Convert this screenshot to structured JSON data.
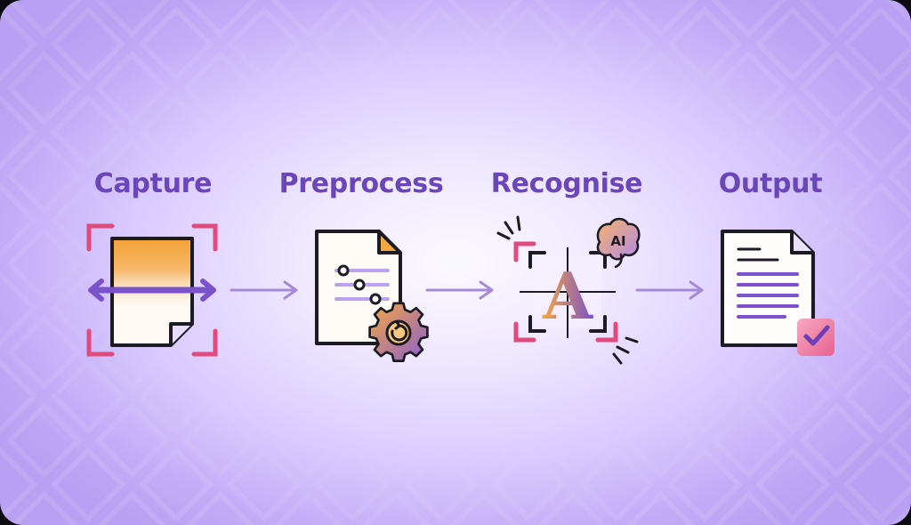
{
  "steps": [
    {
      "label": "Capture",
      "icon": "document-scan-icon"
    },
    {
      "label": "Preprocess",
      "icon": "document-settings-icon"
    },
    {
      "label": "Recognise",
      "icon": "character-recognition-icon"
    },
    {
      "label": "Output",
      "icon": "document-check-icon"
    }
  ],
  "badges": {
    "ai": "AI",
    "letter": "A"
  },
  "colors": {
    "title": "#6a46b8",
    "accent_purple": "#7a52c9",
    "accent_orange": "#f5a742",
    "accent_pink": "#e0457a",
    "arrow": "#a68ad8"
  }
}
